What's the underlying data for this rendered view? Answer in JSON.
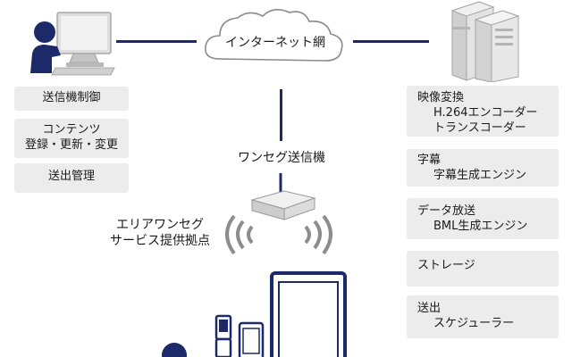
{
  "cloud": {
    "label": "インターネット網"
  },
  "transmitter": {
    "label": "ワンセグ送信機"
  },
  "area_base": {
    "line1": "エリアワンセグ",
    "line2": "サービス提供拠点"
  },
  "left_boxes": [
    {
      "lines": [
        "送信機制御"
      ]
    },
    {
      "lines": [
        "コンテンツ",
        "登録・更新・変更"
      ]
    },
    {
      "lines": [
        "送出管理"
      ]
    }
  ],
  "right_boxes": [
    {
      "lines": [
        "映像変換",
        "H.264エンコーダー",
        "トランスコーダー"
      ]
    },
    {
      "lines": [
        "字幕",
        "字幕生成エンジン"
      ]
    },
    {
      "lines": [
        "データ放送",
        "BML生成エンジン"
      ]
    },
    {
      "lines": [
        "ストレージ"
      ]
    },
    {
      "lines": [
        "送出",
        "スケジューラー"
      ]
    }
  ],
  "icons": {
    "operator": "operator-pc-icon",
    "servers": "server-icon",
    "cloud": "cloud-icon",
    "transmitter": "transmitter-icon",
    "phones": "mobile-phone-icon",
    "tablet": "tablet-icon",
    "viewer": "viewer-person-icon"
  },
  "colors": {
    "accent": "#1c2a6a",
    "box": "#ececec",
    "gray": "#c9c9c9"
  }
}
